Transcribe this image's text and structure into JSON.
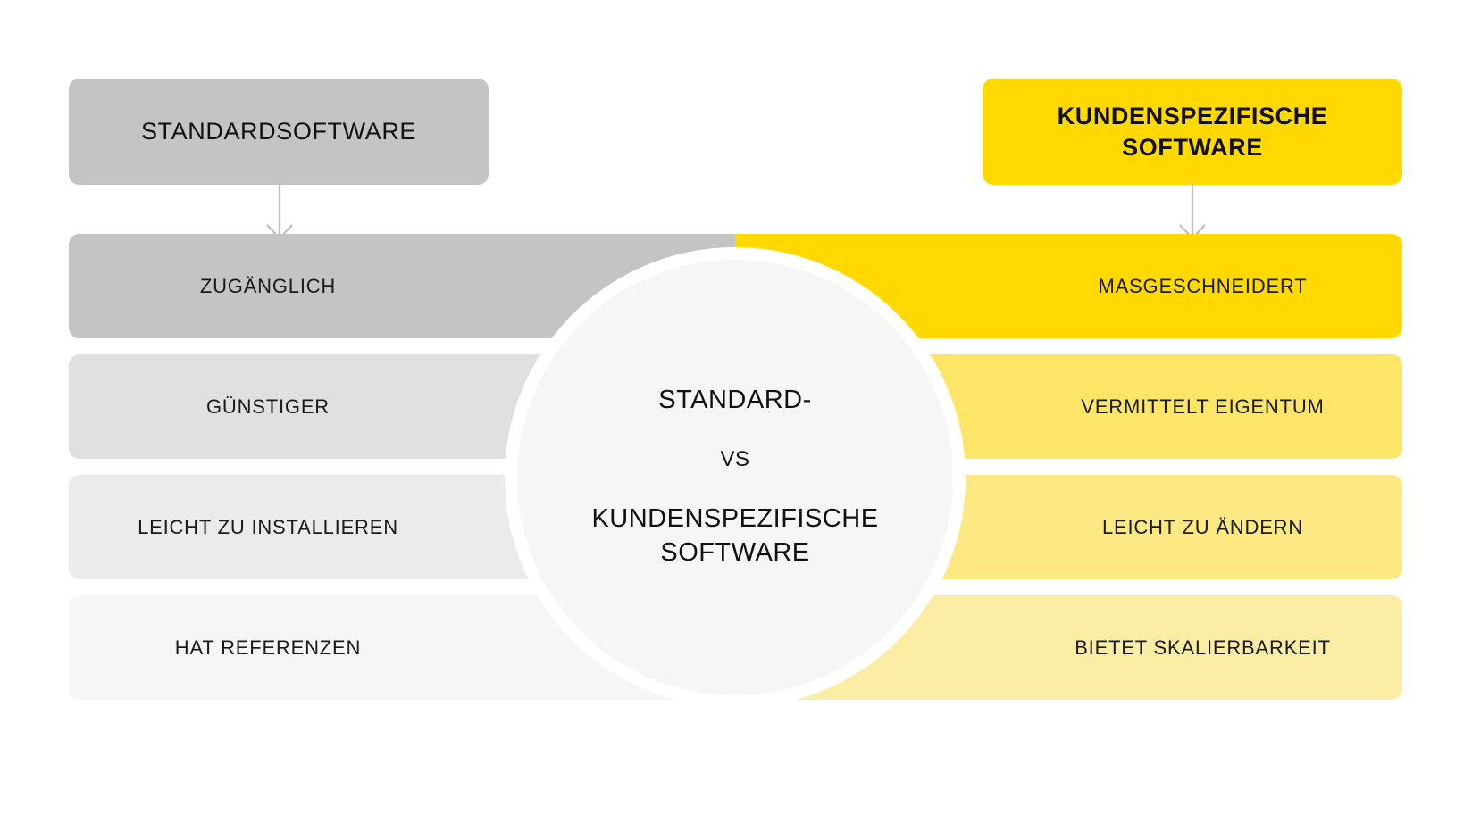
{
  "diagram": {
    "title": "STANDARD- VS KUNDENSPEZIFISCHE SOFTWARE",
    "background_color": "#FFFFFF"
  },
  "headers": {
    "left": {
      "label": "STANDARDSOFTWARE",
      "color": "#C4C4C4"
    },
    "right": {
      "label": "KUNDENSPEZIFISCHE SOFTWARE",
      "color": "#FFD900"
    }
  },
  "center": {
    "line1": "STANDARD-",
    "line2": "VS",
    "line3": "KUNDENSPEZIFISCHE SOFTWARE",
    "fill_color": "#F6F6F6",
    "ring_color": "#FFFFFF"
  },
  "arrows": {
    "left_icon": "down-arrow-icon",
    "right_icon": "down-arrow-icon",
    "color": "#BDBDBD"
  },
  "rows": [
    {
      "left_label": "ZUGÄNGLICH",
      "right_label": "MASGESCHNEIDERT",
      "left_color": "#C4C4C4",
      "right_color": "#FFD900"
    },
    {
      "left_label": "GÜNSTIGER",
      "right_label": "VERMITTELT EIGENTUM",
      "left_color": "#E0E0E0",
      "right_color": "#FCE567"
    },
    {
      "left_label": "LEICHT ZU INSTALLIEREN",
      "right_label": "LEICHT ZU ÄNDERN",
      "left_color": "#EBEBEB",
      "right_color": "#FCE984"
    },
    {
      "left_label": "HAT REFERENZEN",
      "right_label": "BIETET SKALIERBARKEIT",
      "left_color": "#F6F6F6",
      "right_color": "#FCEDA4"
    }
  ]
}
